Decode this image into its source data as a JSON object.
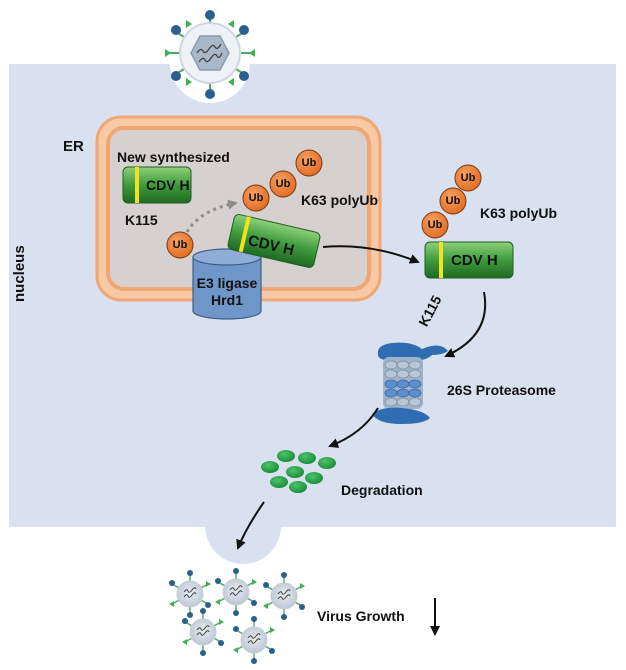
{
  "labels": {
    "er": "ER",
    "nucleus": "nucleus",
    "new_synthesized": "New synthesized",
    "cdv_h": "CDV H",
    "k115": "K115",
    "ub": "Ub",
    "k63_polyub": "K63 polyUb",
    "e3_ligase": "E3 ligase",
    "hrd1": "Hrd1",
    "proteasome": "26S Proteasome",
    "degradation": "Degradation",
    "virus_growth": "Virus Growth"
  },
  "colors": {
    "cell": "#d9e0ef",
    "er_outer": "#f7c7a0",
    "er_border": "#f0a675",
    "er_inner": "#d5cfcc",
    "protein_green": "#3f9b3c",
    "ub_orange": "#ee7a2d",
    "cylinder_blue": "#6f96c8",
    "proteasome_blue": "#2f6db2",
    "fragment_green": "#2aa84a"
  }
}
